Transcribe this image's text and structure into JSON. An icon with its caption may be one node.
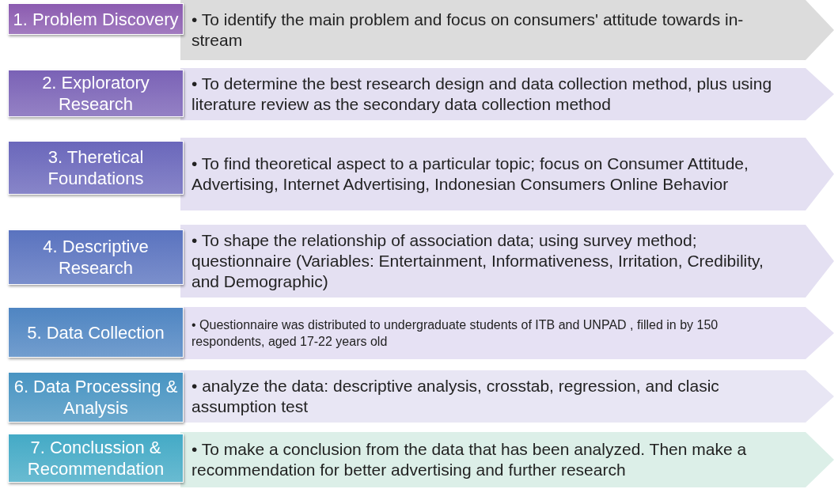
{
  "diagram": {
    "nodes": [
      {
        "text": [
          "1. Problem Discovery"
        ]
      },
      {
        "text": [
          "• To identify the main problem and focus on consumers' attitude towards in-stream"
        ]
      },
      {
        "text": [
          "2. Exploratory Research"
        ]
      },
      {
        "text": [
          "• To determine the best research design and data collection method, plus using literature review as the secondary data collection method"
        ]
      },
      {
        "text": [
          "3. Theretical Foundations"
        ]
      },
      {
        "text": [
          "• To find theoretical aspect to a particular topic; focus on Consumer Attitude, Advertising, Internet Advertising, Indonesian Consumers Online Behavior"
        ]
      },
      {
        "text": [
          "4. Descriptive Research"
        ]
      },
      {
        "text": [
          "• To shape the relationship of association data; using survey method; questionnaire (Variables: Entertainment, Informativeness, Irritation, Credibility, and Demographic)"
        ]
      },
      {
        "text": [
          "5. Data Collection"
        ]
      },
      {
        "text": [
          "• Questionnaire was distributed to undergraduate students of ITB and UNPAD , filled in by 150 respondents, aged 17-22 years old"
        ]
      },
      {
        "text": [
          "6. Data Processing & Analysis"
        ]
      },
      {
        "text": [
          "• analyze the data: descriptive analysis, crosstab, regression, and clasic assumption test"
        ]
      },
      {
        "text": [
          "7. Conclussion & Recommendation"
        ]
      },
      {
        "text": [
          "• To make a conclusion from the data that has been analyzed. Then make a recommendation for better advertising and further research"
        ]
      }
    ]
  }
}
